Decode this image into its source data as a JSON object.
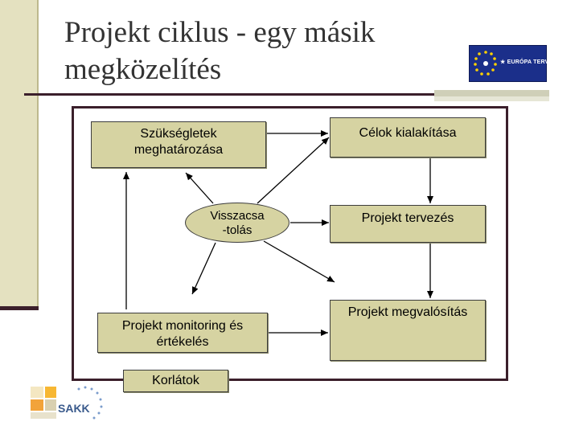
{
  "slide": {
    "title_line1": "Projekt ciklus - egy másik",
    "title_line2": "megközelítés"
  },
  "logos": {
    "eu_logo_text": "★ EURÓPA TERV",
    "sakk_logo_text": "SAKK"
  },
  "diagram": {
    "szuksegletek": {
      "line1": "Szükségletek",
      "line2": "meghatározása"
    },
    "celok": "Célok kialakítása",
    "visszacsatolas": {
      "line1": "Visszacsa",
      "line2": "-tolás"
    },
    "tervezes": "Projekt tervezés",
    "megvalositas": "Projekt megvalósítás",
    "monitoring": {
      "line1": "Projekt monitoring és",
      "line2": "értékelés"
    },
    "korlatok": "Korlátok"
  },
  "colors": {
    "box_fill": "#d6d3a2",
    "frame": "#3b1f2b",
    "left_bar": "#e4e1c0"
  }
}
